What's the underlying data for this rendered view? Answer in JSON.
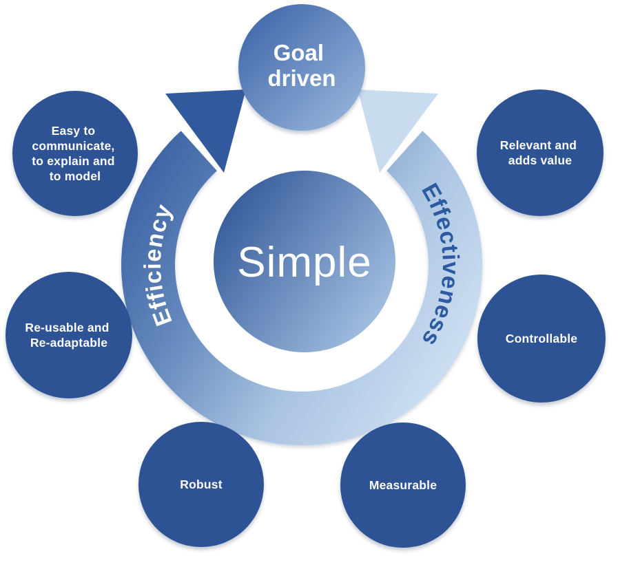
{
  "diagram": {
    "center_label": "Simple",
    "goal_node": {
      "lines": [
        "Goal",
        "driven"
      ]
    },
    "ring_labels": {
      "left": "Efficiency",
      "right": "Effectiveness"
    },
    "satellites": [
      {
        "lines": [
          "Easy to",
          "communicate,",
          "to explain and",
          "to model"
        ]
      },
      {
        "lines": [
          "Relevant and",
          "adds value"
        ]
      },
      {
        "lines": [
          "Re-usable and",
          "Re-adaptable"
        ]
      },
      {
        "lines": [
          "Controllable"
        ]
      },
      {
        "lines": [
          "Robust"
        ]
      },
      {
        "lines": [
          "Measurable"
        ]
      }
    ],
    "colors": {
      "satellite_fill": "#2E5394",
      "dark_arrowhead": "#315A9E",
      "light_arrowhead": "#C9DCEF",
      "efficiency_text": "#FFFFFF",
      "effectiveness_text": "#2C5AA0",
      "label_text": "#FFFFFF",
      "ring_gradient": [
        "#30589C",
        "#6488BC",
        "#A9C3E1",
        "#C9DCF0"
      ],
      "goal_gradient": [
        "#3A60A5",
        "#9CBBDE"
      ],
      "simple_gradient": [
        "#2F5596",
        "#ABC7E6"
      ]
    }
  }
}
